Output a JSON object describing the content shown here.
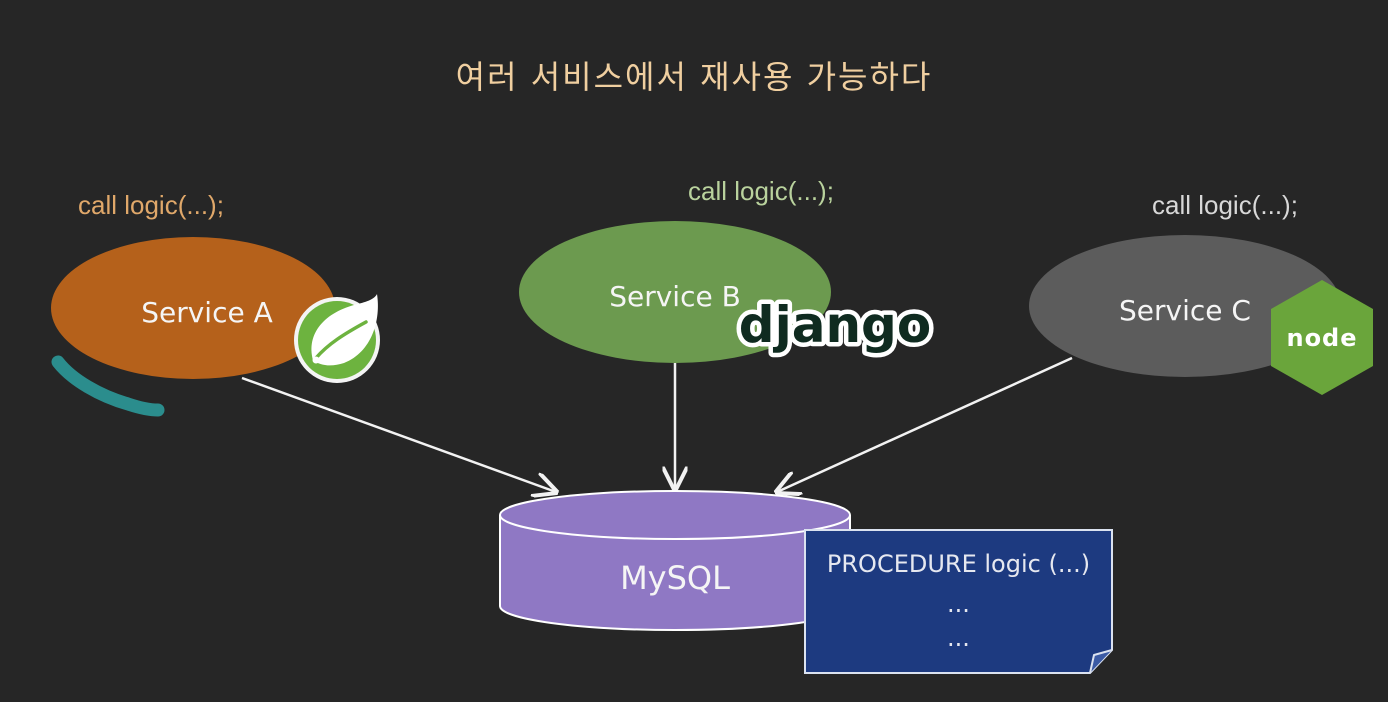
{
  "title": "여러 서비스에서 재사용 가능하다",
  "services": [
    {
      "label": "Service A",
      "call": "call logic(...);",
      "logo": "spring-leaf-icon",
      "color": "#b5611b",
      "call_color": "#e0a86a"
    },
    {
      "label": "Service B",
      "call": "call logic(...);",
      "logo": "django",
      "color": "#6c9a4f",
      "call_color": "#b9d29d"
    },
    {
      "label": "Service C",
      "call": "call logic(...);",
      "logo": "node",
      "color": "#5c5c5c",
      "call_color": "#d8d8d8"
    }
  ],
  "database": {
    "label": "MySQL",
    "color": "#8f78c4"
  },
  "procedure": {
    "lines": [
      "PROCEDURE logic (...)",
      "...",
      "..."
    ],
    "color": "#1d3a80"
  },
  "logos": {
    "django": "django",
    "node": "node"
  },
  "colors": {
    "background": "#262626",
    "title": "#f0cfa0",
    "arrow": "#f2f2f2",
    "node_green": "#6aa53b",
    "spring_green": "#6db33f",
    "stroke_teal": "#2b8d8d"
  }
}
